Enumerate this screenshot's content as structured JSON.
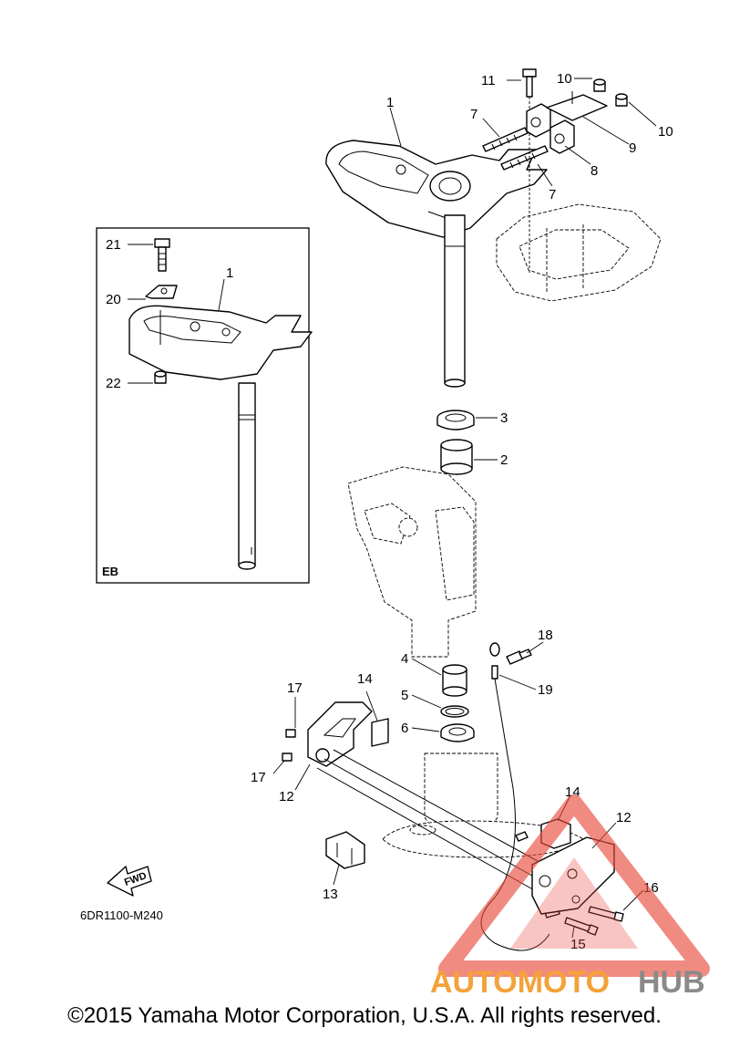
{
  "inset": {
    "label": "EB"
  },
  "reference_code": "6DR1100-M240",
  "direction_arrow_label": "FWD",
  "watermark": {
    "text_part1": "AUTOMOTO",
    "text_part2": "HUB",
    "color_primary": "#f2a33a",
    "color_secondary": "#8a8a8a",
    "color_logo": "#e8483b"
  },
  "copyright": "©2015 Yamaha Motor Corporation, U.S.A. All rights reserved.",
  "callouts": {
    "c1_main": "1",
    "c1_inset": "1",
    "c2": "2",
    "c3": "3",
    "c4": "4",
    "c5": "5",
    "c6": "6",
    "c7_top": "7",
    "c7_bottom": "7",
    "c8": "8",
    "c9": "9",
    "c10_left": "10",
    "c10_right": "10",
    "c11": "11",
    "c12_left": "12",
    "c12_right": "12",
    "c13": "13",
    "c14_left": "14",
    "c14_right": "14",
    "c15": "15",
    "c16": "16",
    "c17_top": "17",
    "c17_bottom": "17",
    "c18": "18",
    "c19": "19",
    "c20": "20",
    "c21": "21",
    "c22": "22"
  }
}
